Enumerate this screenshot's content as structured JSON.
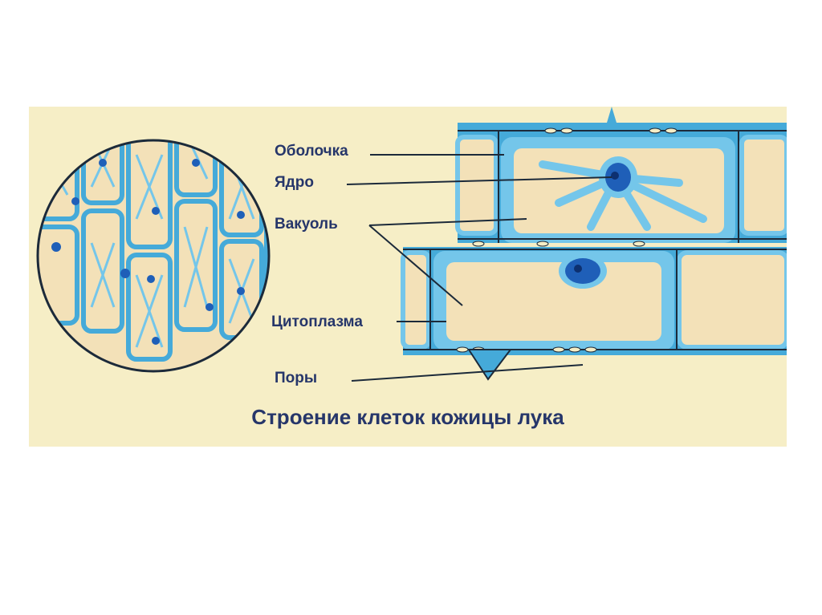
{
  "diagram": {
    "title": "Строение клеток кожицы лука",
    "labels": {
      "membrane": "Оболочка",
      "nucleus": "Ядро",
      "vacuole": "Вакуоль",
      "cytoplasm": "Цитоплазма",
      "pores": "Поры"
    }
  },
  "colors": {
    "panel_background": "#f6eec6",
    "cell_wall": "#45aad9",
    "cytoplasm": "#74c6ea",
    "vacuole": "#f3e1b8",
    "nucleus": "#1f5fb8",
    "label_text": "#26366a"
  }
}
